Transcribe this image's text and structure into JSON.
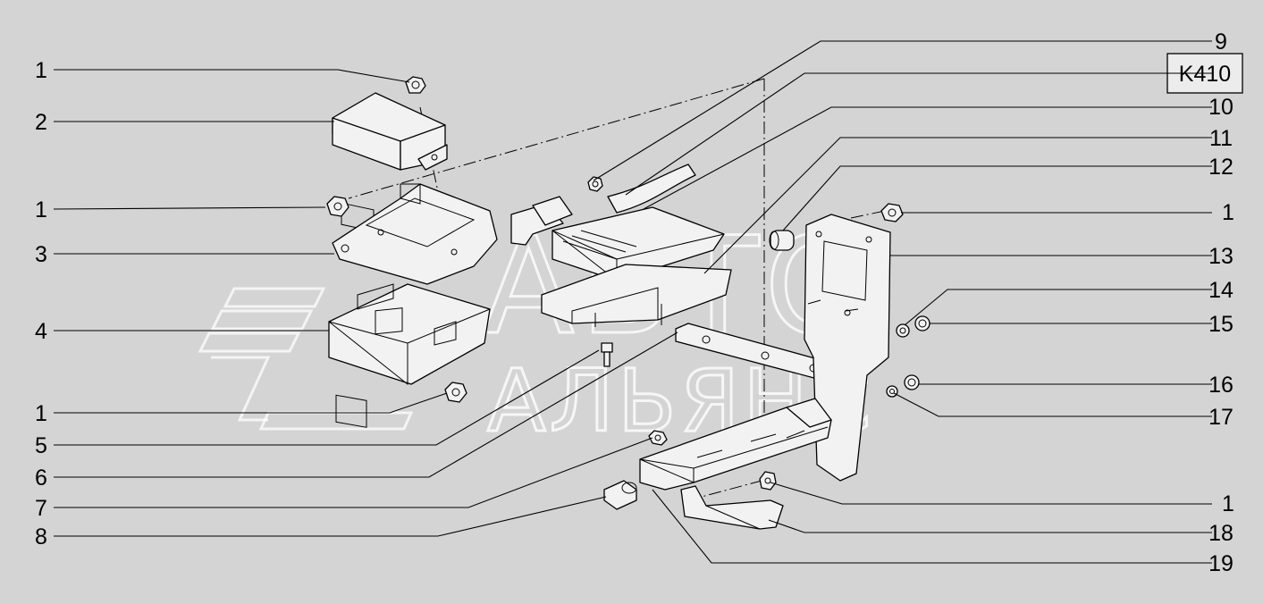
{
  "code_box": "K410",
  "watermark": {
    "line1": "АВТО",
    "line2": "АЛЬЯНС"
  },
  "left_callouts": [
    "1",
    "2",
    "1",
    "3",
    "4",
    "1",
    "5",
    "6",
    "7",
    "8"
  ],
  "right_callouts": [
    "9",
    "10",
    "11",
    "12",
    "1",
    "13",
    "14",
    "15",
    "16",
    "17",
    "1",
    "18",
    "19"
  ],
  "colors": {
    "background": "#d4d4d4",
    "line": "#000000",
    "part_fill": "#f2f2f2",
    "watermark": "#ffffff"
  }
}
